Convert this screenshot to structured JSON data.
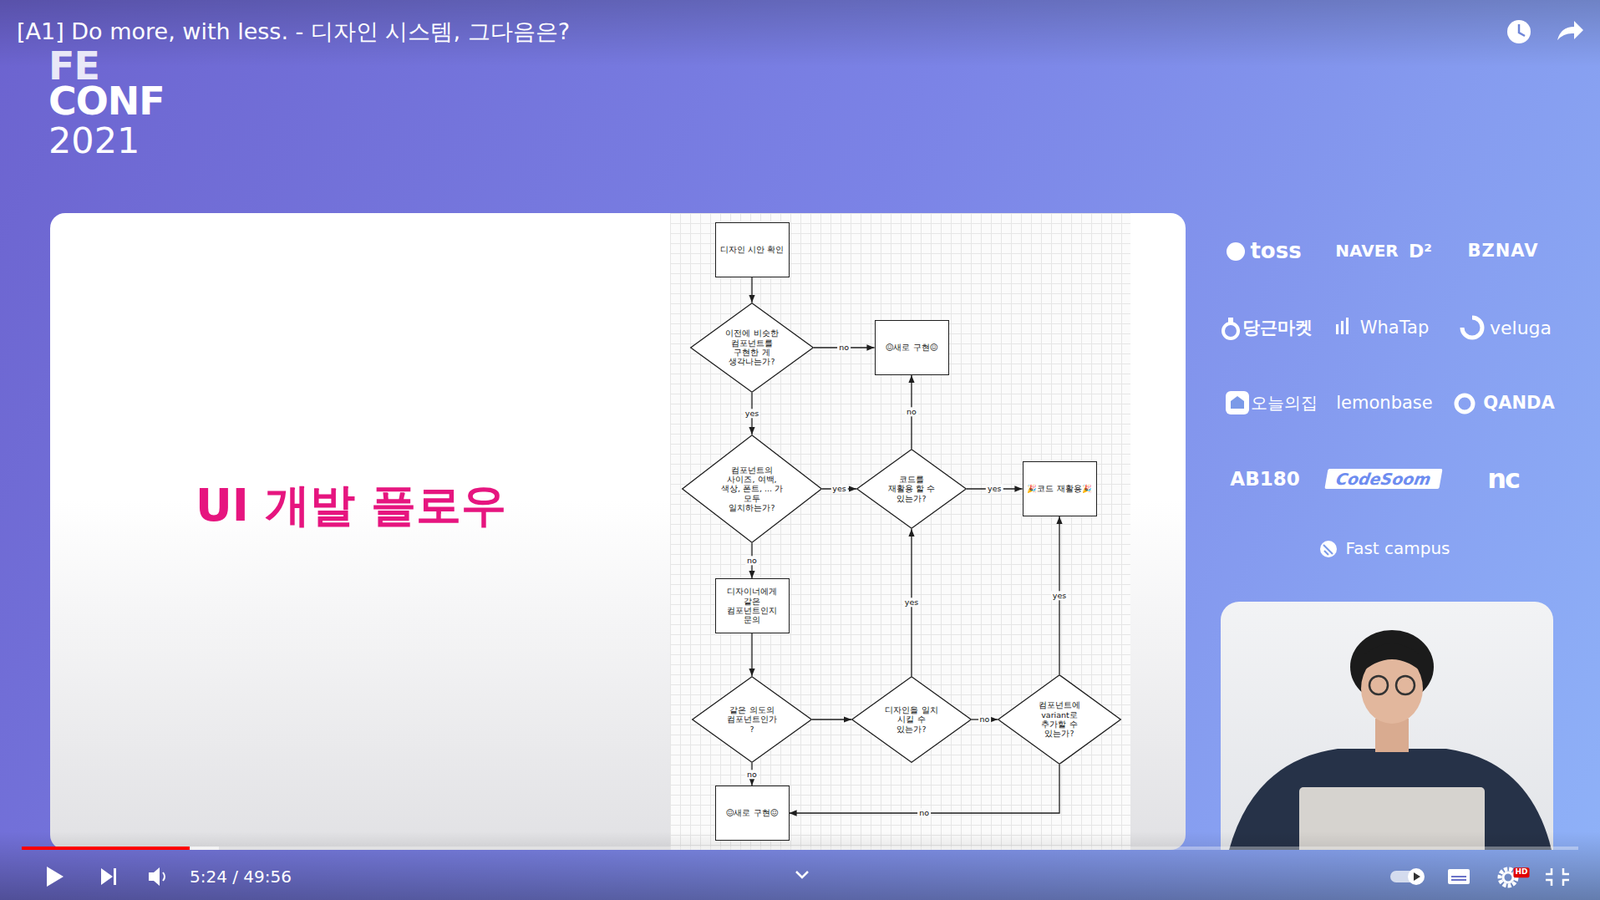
{
  "diagram": {
    "title": "UI 개발 플로우",
    "nodes": [
      {
        "text": [
          "디자인 시안 확인"
        ]
      },
      {
        "text": [
          "이전에 비슷한 컴포넌트를 구현한 게 생각나는가?"
        ]
      },
      {
        "text": [
          "😖새로 구현😖"
        ]
      },
      {
        "text": [
          "컴포넌트의 사이즈, 여백, 색상, 폰트, ... 가 모두 일치하는가?"
        ]
      },
      {
        "text": [
          "코드를 재활용 할 수 있는가?"
        ]
      },
      {
        "text": [
          "🎉코드 재활용🎉"
        ]
      },
      {
        "text": [
          "디자이너에게 같은 컴포넌트인지 문의"
        ]
      },
      {
        "text": [
          "같은 의도의 컴포넌트인가?"
        ]
      },
      {
        "text": [
          "디자인을 일치 시킬 수 있는가?"
        ]
      },
      {
        "text": [
          "컴포넌트에 variant로 추가할 수 있는가?"
        ]
      },
      {
        "text": [
          "😖새로 구현😖"
        ]
      }
    ],
    "edges": [
      {
        "from": 0,
        "to": 1,
        "arrow": "to"
      },
      {
        "from": 1,
        "to": 2,
        "label": "no",
        "arrow": "to"
      },
      {
        "from": 1,
        "to": 3,
        "label": "yes",
        "arrow": "to"
      },
      {
        "from": 3,
        "to": 4,
        "label": "yes",
        "arrow": "to"
      },
      {
        "from": 3,
        "to": 6,
        "label": "no",
        "arrow": "to"
      },
      {
        "from": 4,
        "to": 2,
        "label": "no",
        "arrow": "to"
      },
      {
        "from": 4,
        "to": 5,
        "label": "yes",
        "arrow": "to"
      },
      {
        "from": 6,
        "to": 7,
        "arrow": "to"
      },
      {
        "from": 7,
        "to": 8,
        "arrow": "to"
      },
      {
        "from": 7,
        "to": 10,
        "label": "no",
        "arrow": "to"
      },
      {
        "from": 8,
        "to": 4,
        "label": "yes",
        "arrow": "to"
      },
      {
        "from": 8,
        "to": 9,
        "label": "no",
        "arrow": "to"
      },
      {
        "from": 9,
        "to": 5,
        "label": "yes",
        "arrow": "to"
      },
      {
        "from": 9,
        "to": 10,
        "label": "no",
        "arrow": "to"
      }
    ],
    "labels": [
      "[A1] Do more, with less. - 디자인 시스템, 그다음은?",
      "FE",
      "CONF",
      "2021",
      "toss",
      "NAVER",
      "D²",
      "BZNAV",
      "당근마켓",
      "WhaTap",
      "veluga",
      "오늘의집",
      "lemonbase",
      "QANDA",
      "AB180",
      "CodeSoom",
      "nc",
      "Fast campus",
      "5:24 / 49:56",
      "HD"
    ]
  }
}
